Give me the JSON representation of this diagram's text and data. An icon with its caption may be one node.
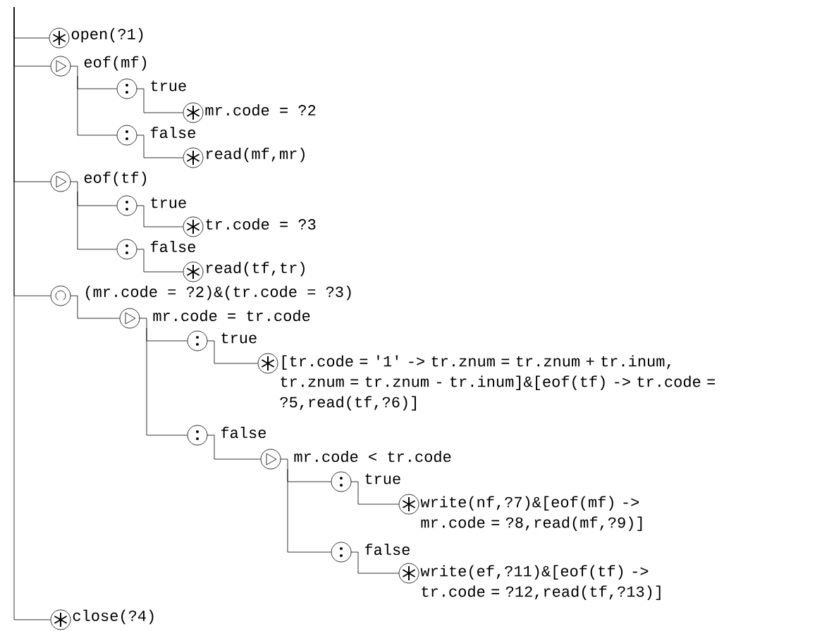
{
  "diagram": {
    "nodes": [
      {
        "text": [
          "open(?1)"
        ]
      },
      {
        "text": [
          "eof(mf)"
        ]
      },
      {
        "text": [
          "true"
        ]
      },
      {
        "text": [
          "mr.code = ?2"
        ]
      },
      {
        "text": [
          "false"
        ]
      },
      {
        "text": [
          "read(mf,mr)"
        ]
      },
      {
        "text": [
          "eof(tf)"
        ]
      },
      {
        "text": [
          "true"
        ]
      },
      {
        "text": [
          "tr.code = ?3"
        ]
      },
      {
        "text": [
          "false"
        ]
      },
      {
        "text": [
          "read(tf,tr)"
        ]
      },
      {
        "text": [
          "(mr.code = ?2)&(tr.code = ?3)"
        ]
      },
      {
        "text": [
          "mr.code = tr.code"
        ]
      },
      {
        "text": [
          "true"
        ]
      },
      {
        "text": [
          "[tr.code = '1' -> tr.znum = tr.znum + tr.inum, tr.znum = tr.znum - tr.inum]&[eof(tf) -> tr.code = ?5,read(tf,?6)]"
        ]
      },
      {
        "text": [
          "false"
        ]
      },
      {
        "text": [
          "mr.code < tr.code"
        ]
      },
      {
        "text": [
          "true"
        ]
      },
      {
        "text": [
          "write(nf,?7)&[eof(mf) -> mr.code = ?8,read(mf,?9)]"
        ]
      },
      {
        "text": [
          "false"
        ]
      },
      {
        "text": [
          "write(ef,?11)&[eof(tf) -> tr.code = ?12,read(tf,?13)]"
        ]
      },
      {
        "text": [
          "close(?4)"
        ]
      }
    ],
    "edges": [
      {
        "from": null,
        "to": 0,
        "arrow": "none"
      },
      {
        "from": null,
        "to": 1,
        "arrow": "none"
      },
      {
        "from": 1,
        "to": 2,
        "arrow": "none"
      },
      {
        "from": 2,
        "to": 3,
        "arrow": "none"
      },
      {
        "from": 1,
        "to": 4,
        "arrow": "none"
      },
      {
        "from": 4,
        "to": 5,
        "arrow": "none"
      },
      {
        "from": null,
        "to": 6,
        "arrow": "none"
      },
      {
        "from": 6,
        "to": 7,
        "arrow": "none"
      },
      {
        "from": 7,
        "to": 8,
        "arrow": "none"
      },
      {
        "from": 6,
        "to": 9,
        "arrow": "none"
      },
      {
        "from": 9,
        "to": 10,
        "arrow": "none"
      },
      {
        "from": null,
        "to": 11,
        "arrow": "none"
      },
      {
        "from": 11,
        "to": 12,
        "arrow": "none"
      },
      {
        "from": 12,
        "to": 13,
        "arrow": "none"
      },
      {
        "from": 13,
        "to": 14,
        "arrow": "none"
      },
      {
        "from": 12,
        "to": 15,
        "arrow": "none"
      },
      {
        "from": 15,
        "to": 16,
        "arrow": "none"
      },
      {
        "from": 16,
        "to": 17,
        "arrow": "none"
      },
      {
        "from": 17,
        "to": 18,
        "arrow": "none"
      },
      {
        "from": 16,
        "to": 19,
        "arrow": "none"
      },
      {
        "from": 19,
        "to": 20,
        "arrow": "none"
      },
      {
        "from": null,
        "to": 21,
        "arrow": "none"
      }
    ]
  }
}
